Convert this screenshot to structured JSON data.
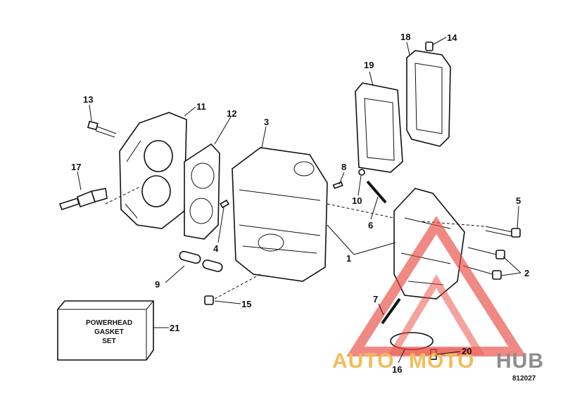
{
  "callouts": {
    "c1": "1",
    "c2": "2",
    "c3": "3",
    "c4": "4",
    "c5": "5",
    "c6": "6",
    "c7": "7",
    "c8": "8",
    "c9": "9",
    "c10": "10",
    "c11": "11",
    "c12": "12",
    "c13": "13",
    "c14": "14",
    "c15": "15",
    "c16": "16",
    "c17": "17",
    "c18": "18",
    "c19": "19",
    "c20": "20",
    "c21": "21"
  },
  "gasket_box": {
    "line1": "POWERHEAD",
    "line2": "GASKET",
    "line3": "SET"
  },
  "figure_code": "812027",
  "watermark": {
    "part1": "AUTO",
    "part2": "MOTO",
    "part3": "HUB",
    "orange": "#f3b03b",
    "gray": "#7a7a7a",
    "logo_red": "#e8473e"
  }
}
